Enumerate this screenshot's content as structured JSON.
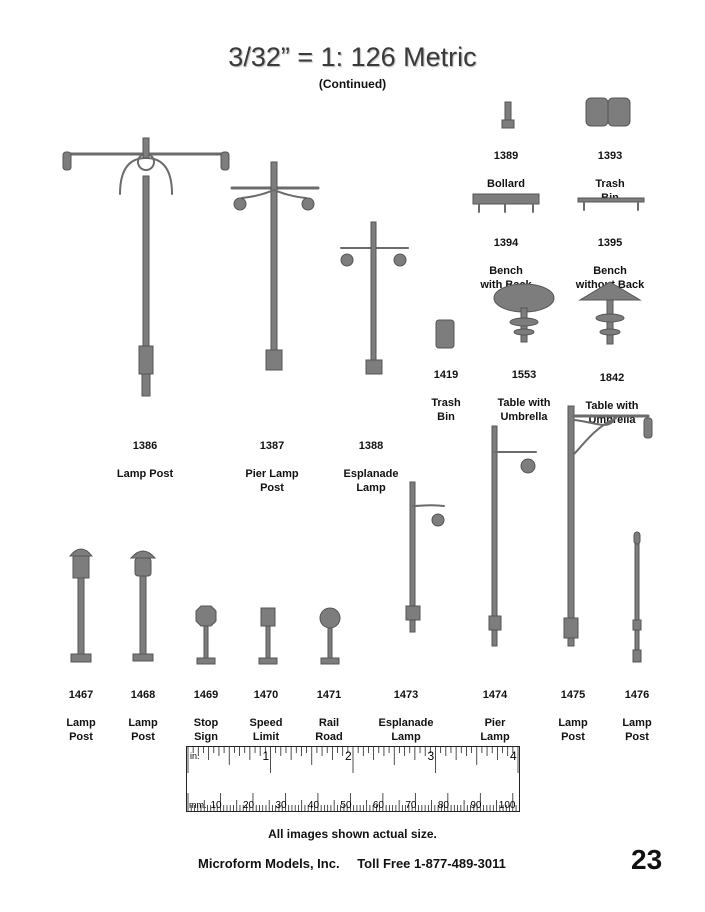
{
  "title": "3/32” = 1: 126 Metric",
  "subtitle": "(Continued)",
  "items": [
    {
      "num": "1386",
      "name": "Lamp Post"
    },
    {
      "num": "1387",
      "name": "Pier Lamp\nPost"
    },
    {
      "num": "1388",
      "name": "Esplanade\nLamp"
    },
    {
      "num": "1389",
      "name": "Bollard\nPost"
    },
    {
      "num": "1393",
      "name": "Trash\nBin"
    },
    {
      "num": "1394",
      "name": "Bench\nwith Back"
    },
    {
      "num": "1395",
      "name": "Bench\nwithout Back"
    },
    {
      "num": "1419",
      "name": "Trash\nBin"
    },
    {
      "num": "1553",
      "name": "Table with\nUmbrella"
    },
    {
      "num": "1842",
      "name": "Table with\nUmbrella"
    },
    {
      "num": "1467",
      "name": "Lamp\nPost"
    },
    {
      "num": "1468",
      "name": "Lamp\nPost"
    },
    {
      "num": "1469",
      "name": "Stop\nSign"
    },
    {
      "num": "1470",
      "name": "Speed\nLimit\nSign"
    },
    {
      "num": "1471",
      "name": "Rail\nRoad\nSign"
    },
    {
      "num": "1473",
      "name": "Esplanade\nLamp"
    },
    {
      "num": "1474",
      "name": "Pier\nLamp\nPost"
    },
    {
      "num": "1475",
      "name": "Lamp\nPost"
    },
    {
      "num": "1476",
      "name": "Lamp\nPost"
    }
  ],
  "ruler": {
    "inch_unit": "in.",
    "inch_labels": [
      "1",
      "2",
      "3",
      "4"
    ],
    "mm_unit": "mm.",
    "mm_labels": [
      "10",
      "20",
      "30",
      "40",
      "50",
      "60",
      "70",
      "80",
      "90",
      "100"
    ]
  },
  "note": "All images shown actual size.",
  "footer": {
    "company": "Microform Models, Inc.",
    "toll": "Toll Free 1-877-489-3011"
  },
  "page_number": "23"
}
